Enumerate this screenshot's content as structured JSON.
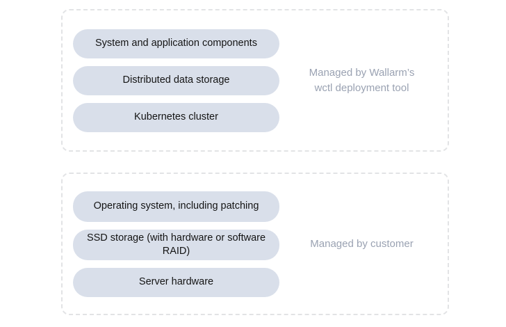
{
  "colors": {
    "background": "#ffffff",
    "pill_fill": "#d9dfea",
    "pill_text": "#141414",
    "caption_text": "#9aa2b2",
    "group_border": "#e2e3e5"
  },
  "groups": [
    {
      "id": "managed-by-wallarm",
      "caption": "Managed by Wallarm’s\nwctl deployment tool",
      "pills": [
        {
          "label": "System and application components",
          "lines": 1
        },
        {
          "label": "Distributed data storage",
          "lines": 1
        },
        {
          "label": "Kubernetes cluster",
          "lines": 1
        }
      ]
    },
    {
      "id": "managed-by-customer",
      "caption": "Managed by customer",
      "pills": [
        {
          "label": "Operating system, including patching",
          "lines": 2
        },
        {
          "label": "SSD storage (with hardware or software RAID)",
          "lines": 2
        },
        {
          "label": "Server hardware",
          "lines": 1
        }
      ]
    }
  ]
}
